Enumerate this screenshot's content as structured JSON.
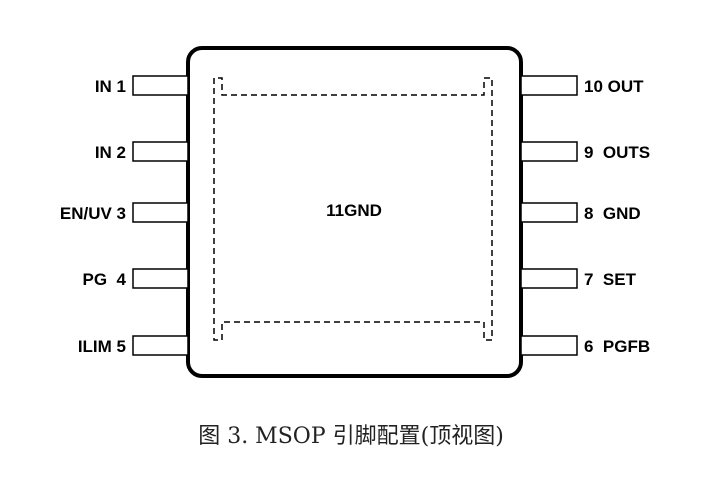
{
  "package": {
    "center_label": "11GND",
    "left_pins": [
      {
        "label": "IN 1"
      },
      {
        "label": "IN 2"
      },
      {
        "label": "EN/UV 3"
      },
      {
        "label": "PG  4"
      },
      {
        "label": "ILIM 5"
      }
    ],
    "right_pins": [
      {
        "label": "10 OUT"
      },
      {
        "label": "9  OUTS"
      },
      {
        "label": "8  GND"
      },
      {
        "label": "7  SET"
      },
      {
        "label": "6  PGFB"
      }
    ]
  },
  "caption": "图 3. MSOP 引脚配置(顶视图)",
  "colors": {
    "stroke": "#000000",
    "background": "#ffffff"
  }
}
